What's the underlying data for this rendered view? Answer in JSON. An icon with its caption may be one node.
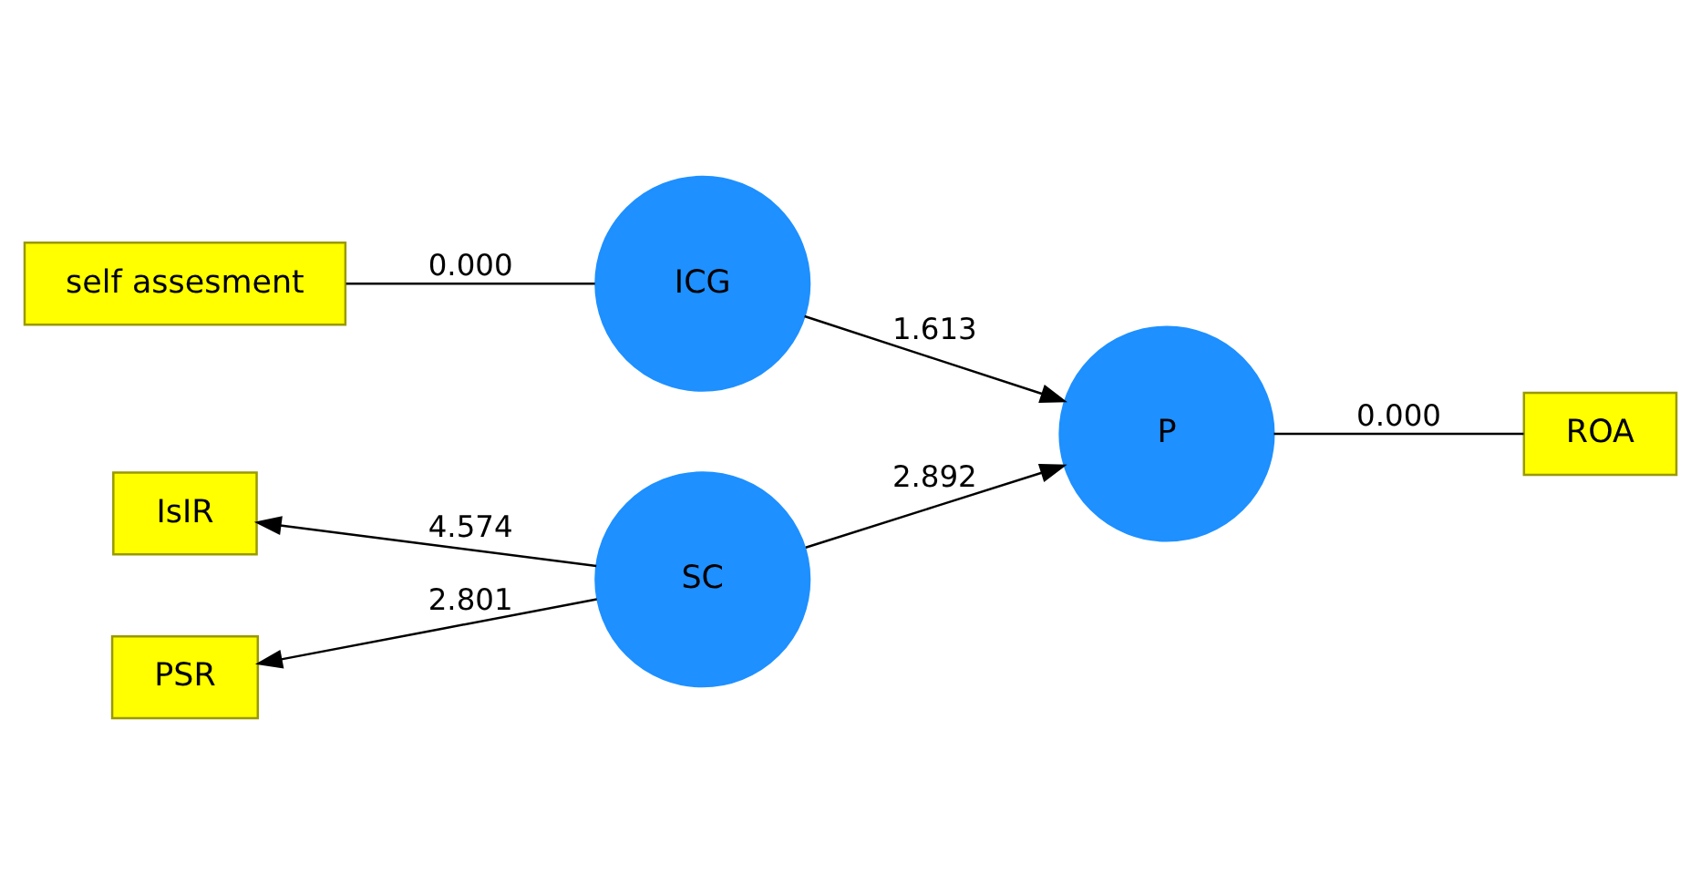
{
  "diagram": {
    "nodes": [
      {
        "text": [
          "SC"
        ]
      },
      {
        "text": [
          "IsIR"
        ]
      },
      {
        "text": [
          "PSR"
        ]
      },
      {
        "text": [
          "P"
        ]
      },
      {
        "text": [
          "ROA"
        ]
      },
      {
        "text": [
          "ICG"
        ]
      },
      {
        "text": [
          "self assesment"
        ]
      }
    ],
    "edges": [
      {
        "from": 0,
        "to": 1,
        "arrow": "to",
        "label": "4.574"
      },
      {
        "from": 0,
        "to": 2,
        "arrow": "to",
        "label": "2.801"
      },
      {
        "from": 0,
        "to": 3,
        "arrow": "to",
        "label": "2.892"
      },
      {
        "from": 5,
        "to": 3,
        "arrow": "to",
        "label": "1.613"
      },
      {
        "from": 3,
        "to": 4,
        "arrow": "none",
        "label": "0.000"
      },
      {
        "from": 6,
        "to": 5,
        "arrow": "none",
        "label": "0.000"
      }
    ]
  }
}
